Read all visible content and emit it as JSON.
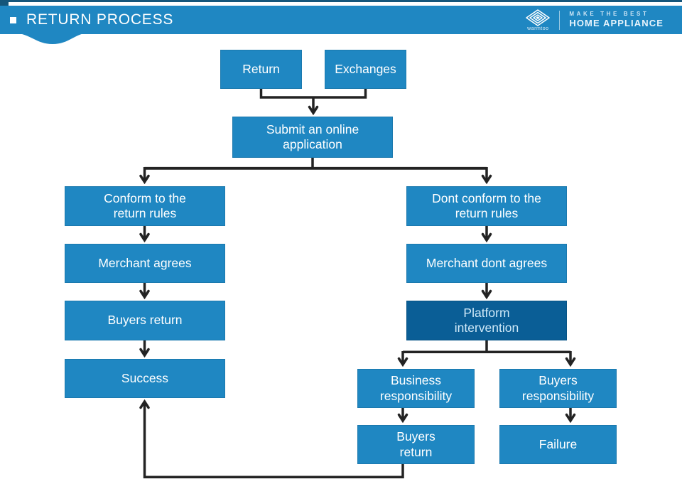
{
  "header": {
    "title": "RETURN PROCESS",
    "brand": {
      "logo": "warmtoo",
      "logo_icon": "nested-diamonds-icon",
      "tagline_line1": "MAKE THE BEST",
      "tagline_line2": "HOME APPLIANCE"
    }
  },
  "flow": {
    "nodes": {
      "return": {
        "label": "Return"
      },
      "exchanges": {
        "label": "Exchanges"
      },
      "submit": {
        "label": "Submit an online\napplication"
      },
      "conform": {
        "label": "Conform to the\nreturn rules"
      },
      "merchant_agrees": {
        "label": "Merchant agrees"
      },
      "buyers_return": {
        "label": "Buyers return"
      },
      "success": {
        "label": "Success"
      },
      "dont_conform": {
        "label": "Dont conform to the\nreturn rules"
      },
      "merchant_dont_agrees": {
        "label": "Merchant dont agrees"
      },
      "platform_intervention": {
        "label": "Platform\nintervention"
      },
      "business_responsibility": {
        "label": "Business\nresponsibility"
      },
      "buyers_responsibility": {
        "label": "Buyers\nresponsibility"
      },
      "buyers_return_2": {
        "label": "Buyers\nreturn"
      },
      "failure": {
        "label": "Failure"
      }
    }
  },
  "colors": {
    "primary_blue": "#1F87C2",
    "dark_blue": "#0A5E96",
    "top_strip": "#15567B",
    "connector": "#232323",
    "box_text": "#FFFFFF",
    "dark_box_text": "#CFE9F8"
  }
}
